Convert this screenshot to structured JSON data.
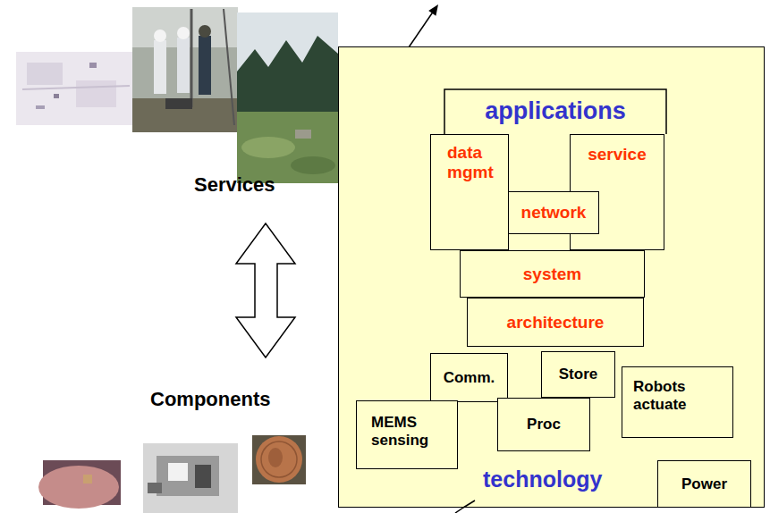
{
  "diagram": {
    "nodes": [
      {
        "text": [
          "technology"
        ]
      },
      {
        "text": [
          "applications"
        ],
        "in": 0
      },
      {
        "text": [
          "data mgmt"
        ],
        "in": 0
      },
      {
        "text": [
          "service"
        ],
        "in": 0
      },
      {
        "text": [
          "network"
        ],
        "in": 0
      },
      {
        "text": [
          "system"
        ],
        "in": 0
      },
      {
        "text": [
          "architecture"
        ],
        "in": 0
      },
      {
        "text": [
          "Comm."
        ],
        "in": 0
      },
      {
        "text": [
          "Store"
        ],
        "in": 0
      },
      {
        "text": [
          "Robots actuate"
        ],
        "in": 0
      },
      {
        "text": [
          "MEMS sensing"
        ],
        "in": 0
      },
      {
        "text": [
          "Proc"
        ],
        "in": 0
      },
      {
        "text": [
          "Power"
        ],
        "in": 0
      }
    ],
    "labels": [
      "Services",
      "Components"
    ]
  }
}
